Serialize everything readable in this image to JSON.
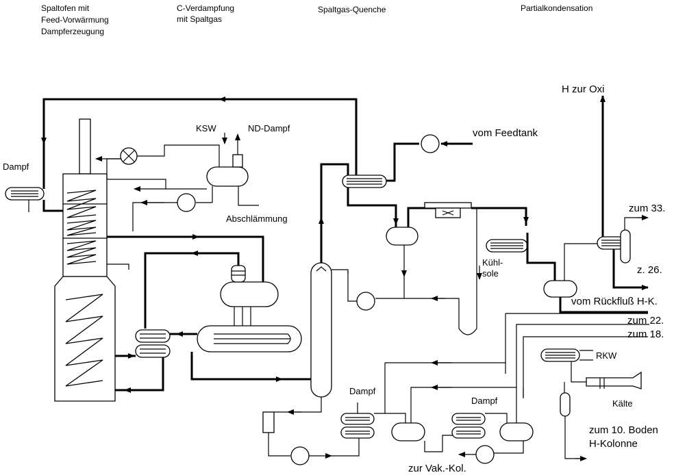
{
  "sections": {
    "furnace": [
      "Spaltofen    mit",
      "Feed-Vorwärmung",
      "Dampferzeugung"
    ],
    "c_evap": [
      "C-Verdampfung",
      "mit    Spaltgas"
    ],
    "quench": "Spaltgas-Quenche",
    "partial": "Partialkondensation"
  },
  "streams": {
    "dampf_left": "Dampf",
    "ksw": "KSW",
    "nd_dampf": "ND-Dampf",
    "abschlaemmung": "Abschlämmung",
    "vom_feedtank": "vom  Feedtank",
    "h_zur_oxi": "H  zur  Oxi",
    "zum_33": "zum  33.",
    "z_26": "z.  26.",
    "kuehlsole": [
      "Kühl-",
      "sole"
    ],
    "vom_rueckfluss": "vom  Rückfluß  H-K.",
    "zum_22": "zum  22.",
    "zum_18": "zum  18.",
    "rkw": "RKW",
    "kaelte": "Kälte",
    "dampf_1": "Dampf",
    "dampf_2": "Dampf",
    "zum_10_boden": [
      "zum  10.  Boden",
      "H-Kolonne"
    ],
    "zur_vak_kol": "zur  Vak.-Kol."
  },
  "icons": {
    "pump": "pump-icon",
    "heat_exchanger": "heat-exchanger-icon",
    "vessel": "vessel-icon",
    "column": "column-icon",
    "valve": "control-valve-icon",
    "arrow": "flow-arrow-icon"
  }
}
